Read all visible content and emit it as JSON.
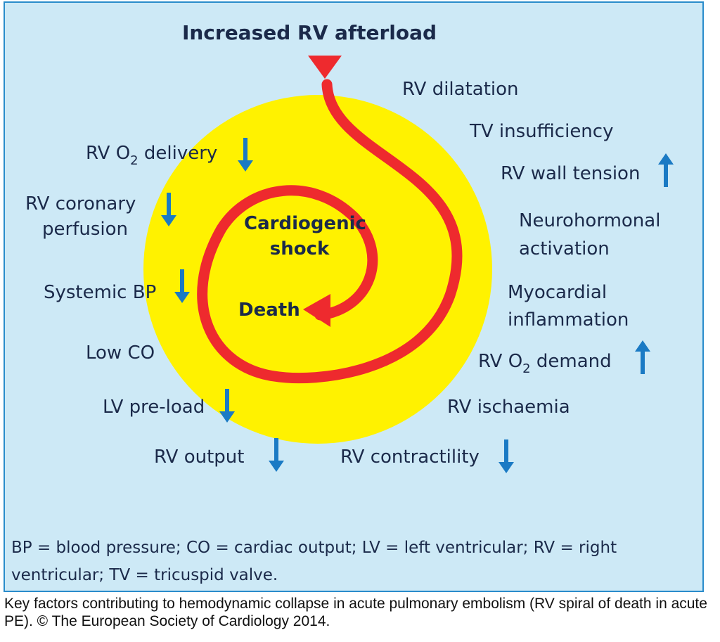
{
  "title": "Increased RV afterload",
  "center": {
    "line1": "Cardiogenic",
    "line2": "shock",
    "end": "Death"
  },
  "labels": {
    "rv_dilatation": "RV dilatation",
    "tv_insufficiency": "TV insufficiency",
    "rv_wall_tension": "RV wall tension",
    "neurohormonal_1": "Neurohormonal",
    "neurohormonal_2": "activation",
    "myocardial_1": "Myocardial",
    "myocardial_2": "inflammation",
    "rv_o2_demand_a": "RV O",
    "rv_o2_demand_sub": "2",
    "rv_o2_demand_b": " demand",
    "rv_ischaemia": "RV ischaemia",
    "rv_contractility": "RV contractility",
    "rv_output": "RV output",
    "lv_preload": "LV pre-load",
    "low_co": "Low CO",
    "systemic_bp": "Systemic BP",
    "coronary_1": "RV coronary",
    "coronary_2": "perfusion",
    "rv_o2_delivery_a": "RV O",
    "rv_o2_delivery_sub": "2",
    "rv_o2_delivery_b": " delivery"
  },
  "legend": {
    "line1": "BP = blood pressure; CO = cardiac output; LV = left ventricular; RV = right",
    "line2": "ventricular;  TV = tricuspid valve."
  },
  "caption": "Key factors contributing to hemodynamic collapse in acute pulmonary embolism (RV spiral of death in acute PE). © The European Society of Cardiology 2014.",
  "colors": {
    "background": "#cde9f6",
    "border": "#2a8ccb",
    "circle": "#fff200",
    "spiral": "#ee2a2e",
    "arrows": "#1a7ac4",
    "text": "#1b2a4a"
  },
  "icons": {
    "up": "arrow-up-icon",
    "down": "arrow-down-icon"
  }
}
